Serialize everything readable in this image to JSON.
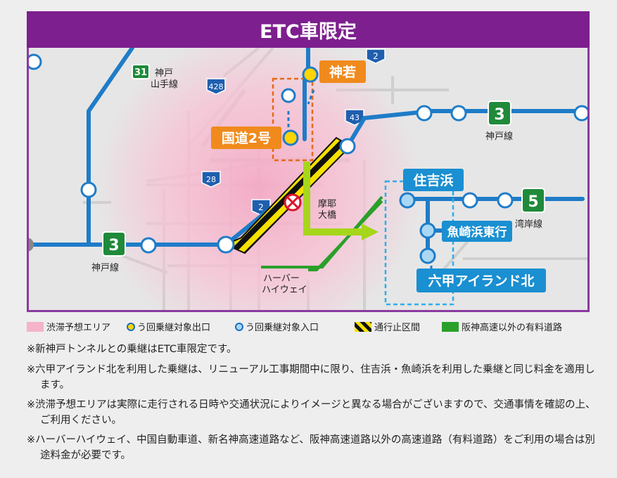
{
  "header": {
    "title": "ETC車限定"
  },
  "map": {
    "route_shields": [
      {
        "number": "31",
        "label": "神戸\n山手線"
      },
      {
        "number": "3",
        "label": "神戸線"
      },
      {
        "number": "3",
        "label": "神戸線"
      },
      {
        "number": "5",
        "label": "湾岸線"
      }
    ],
    "national_routes": [
      "428",
      "43",
      "28",
      "2",
      "2"
    ],
    "place_labels": {
      "maya_bridge": "摩耶\n大橋",
      "harbor_highway": "ハーバー\nハイウェイ",
      "kobe_yamate": "神戸\n山手線",
      "kobe_line_right": "神戸線",
      "kobe_line_left": "神戸線",
      "wangan": "湾岸線"
    },
    "ramps": {
      "kanwaka": "神若",
      "kokudo2": "国道2号",
      "sumiyoshihama": "住吉浜",
      "uozakihama": "魚崎浜東行",
      "rokko_island_kita": "六甲アイランド北"
    },
    "colors": {
      "expressway": "#1f7cc8",
      "exit_ramp": "#f59b1e",
      "entry_ramp": "#1a8fd1",
      "toll_road": "#2aa02a",
      "congestion": "#f7c7d6",
      "header": "#7d1f8e"
    }
  },
  "legend": {
    "congestion": "渋滞予想エリア",
    "exit": "う回乗継対象出口",
    "entry": "う回乗継対象入口",
    "closed": "通行止区間",
    "toll": "阪神高速以外の有料道路"
  },
  "notes": [
    "※新神戸トンネルとの乗継はETC車限定です。",
    "※六甲アイランド北を利用した乗継は、リニューアル工事期間中に限り、住吉浜・魚崎浜を利用した乗継と同じ料金を適用します。",
    "※渋滞予想エリアは実際に走行される日時や交通状況によりイメージと異なる場合がございますので、交通事情を確認の上、ご利用ください。",
    "※ハーバーハイウェイ、中国自動車道、新名神高速道路など、阪神高速道路以外の高速道路（有料道路）をご利用の場合は別途料金が必要です。"
  ]
}
